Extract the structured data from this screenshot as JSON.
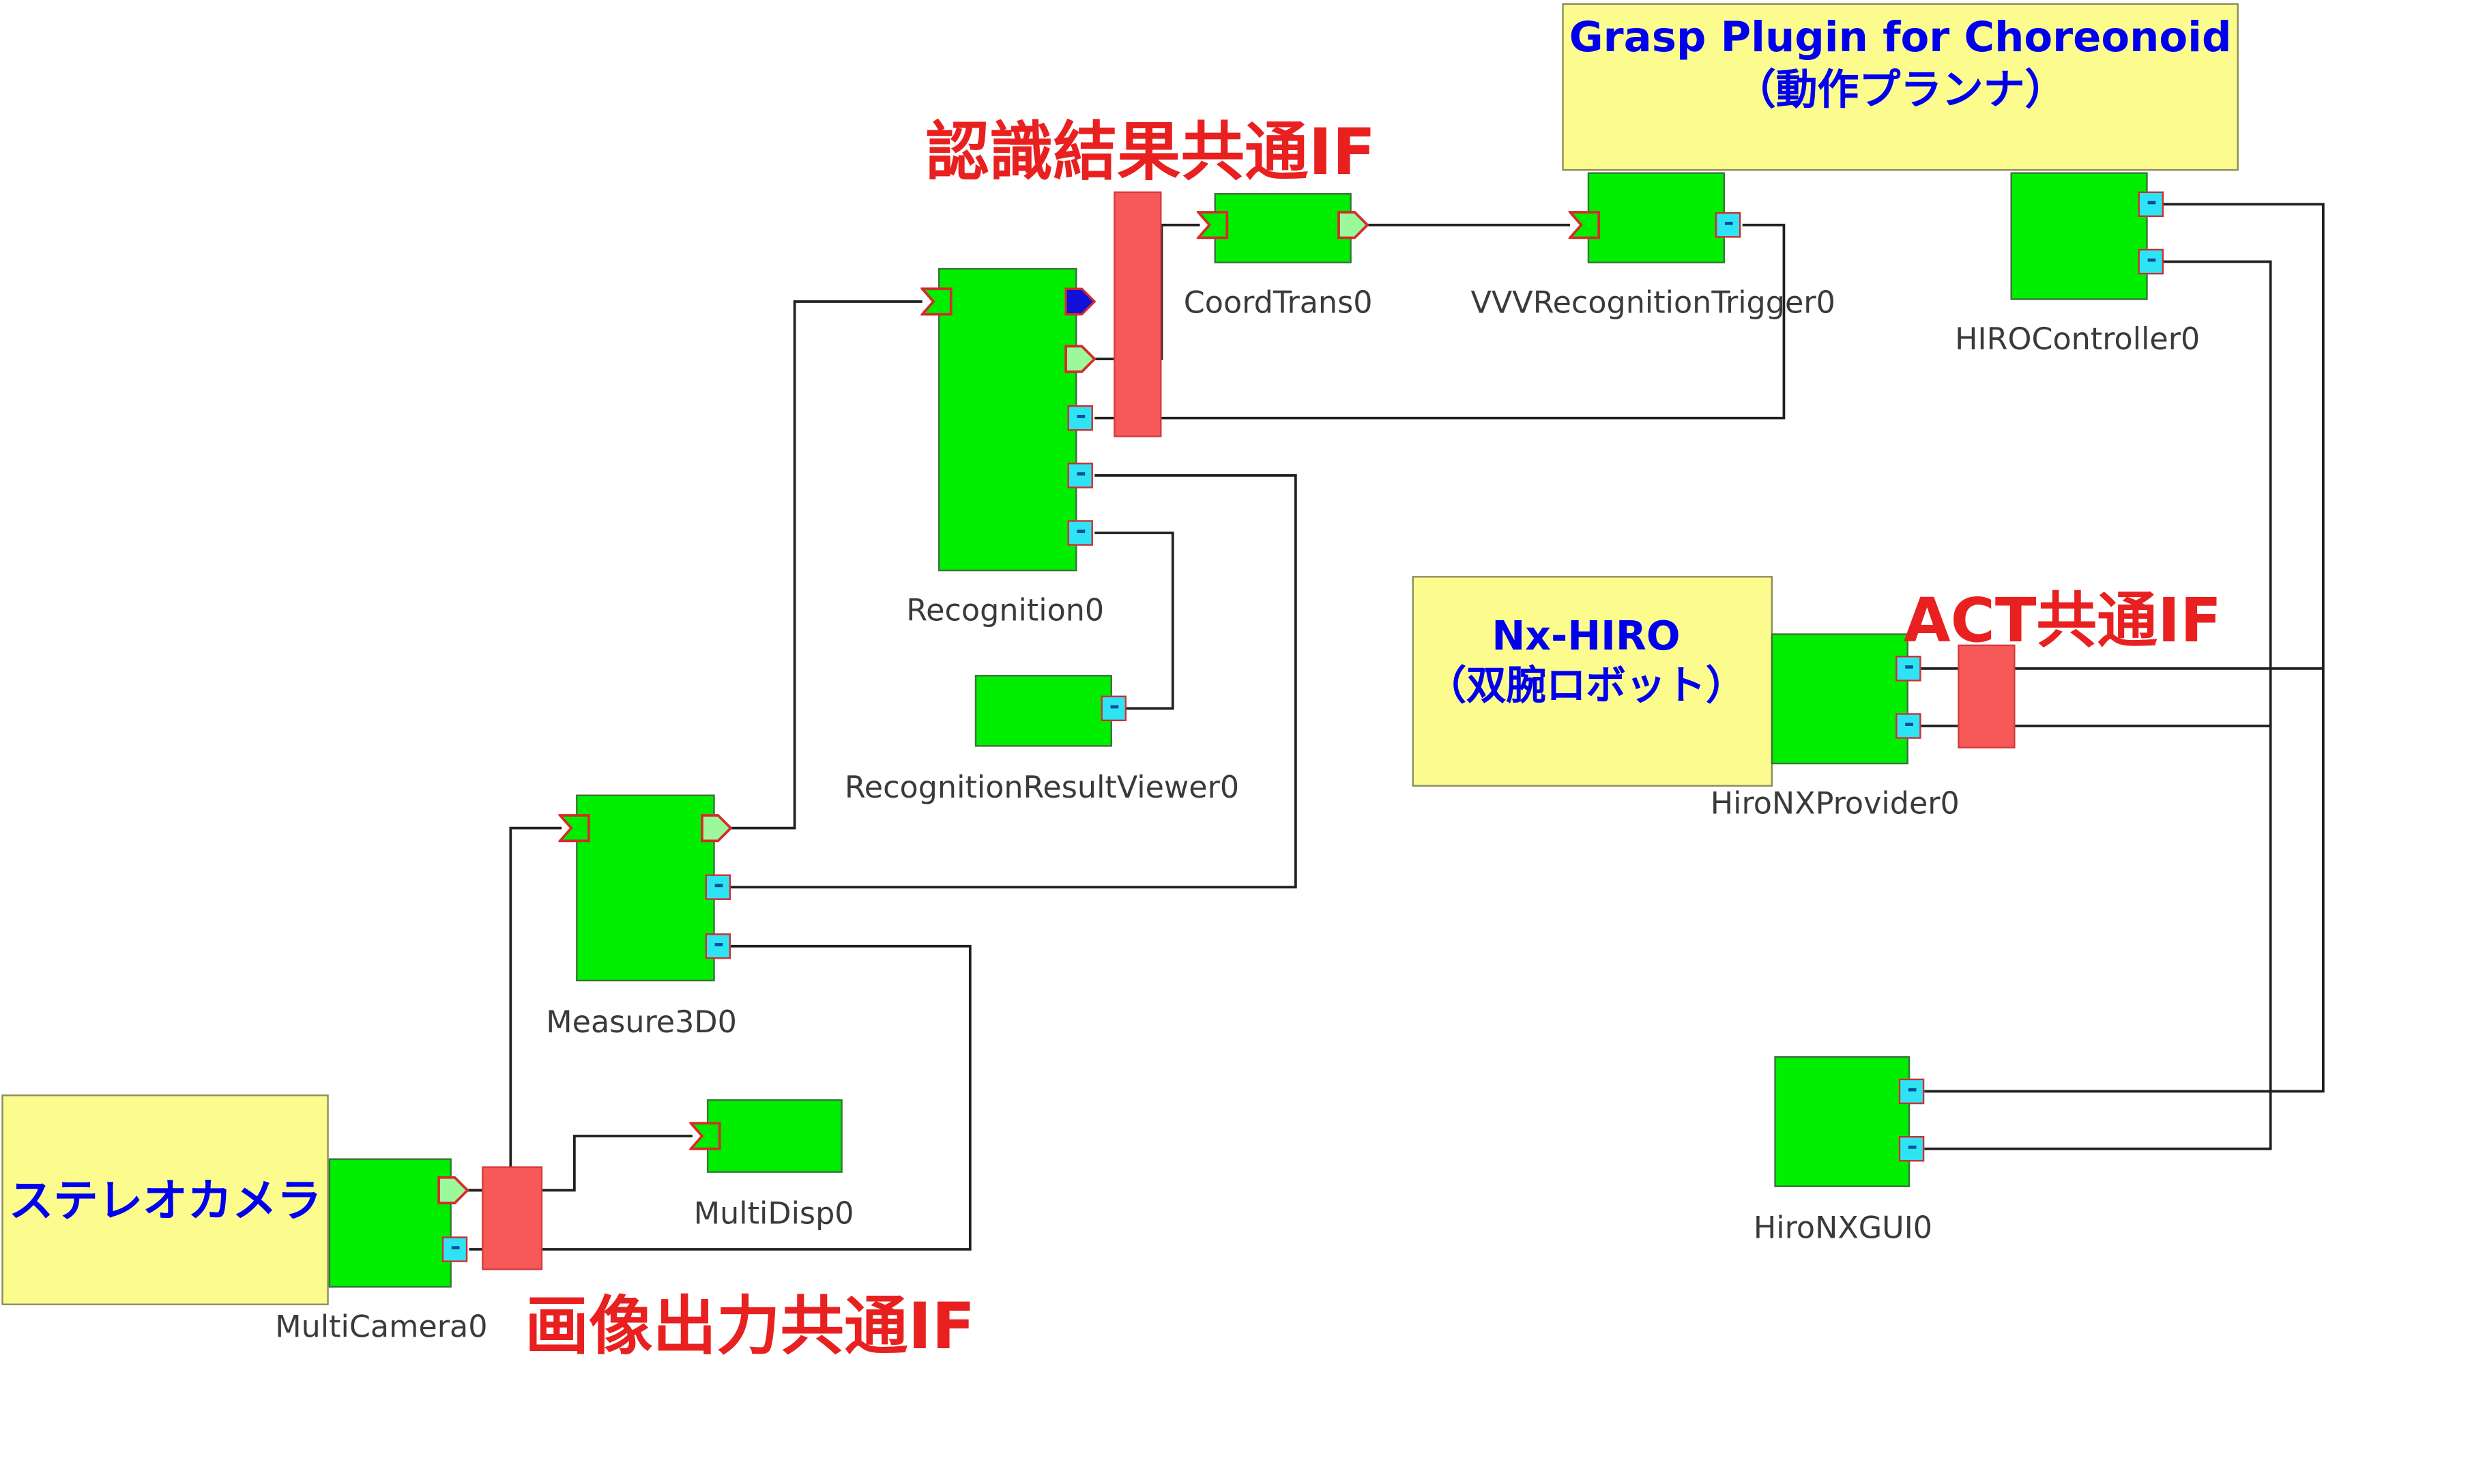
{
  "components": {
    "recognition": "Recognition0",
    "coordtrans": "CoordTrans0",
    "vvtrigger": "VVVRecognitionTrigger0",
    "hirocontroller": "HIROController0",
    "resultviewer": "RecognitionResultViewer0",
    "hironxprovider": "HiroNXProvider0",
    "measure3d": "Measure3D0",
    "multidisp": "MultiDisp0",
    "multicamera": "MultiCamera0",
    "hironxgui": "HiroNXGUI0"
  },
  "boxes": {
    "grasp_line1": "Grasp Plugin for Choreonoid",
    "grasp_line2": "（動作プランナ）",
    "nxhiro_line1": "Nx-HIRO",
    "nxhiro_line2": "（双腕ロボット）",
    "stereo": "ステレオカメラ"
  },
  "annotations": {
    "recognition_if": "認識結果共通IF",
    "act_if": "ACT共通IF",
    "image_if": "画像出力共通IF"
  },
  "colors": {
    "component": "#00ee00",
    "box": "#fbfb8e",
    "interface_bar": "#f75959",
    "annotation": "#e82020",
    "box_text": "#0000ee",
    "service_port": "#2ee4f4"
  }
}
